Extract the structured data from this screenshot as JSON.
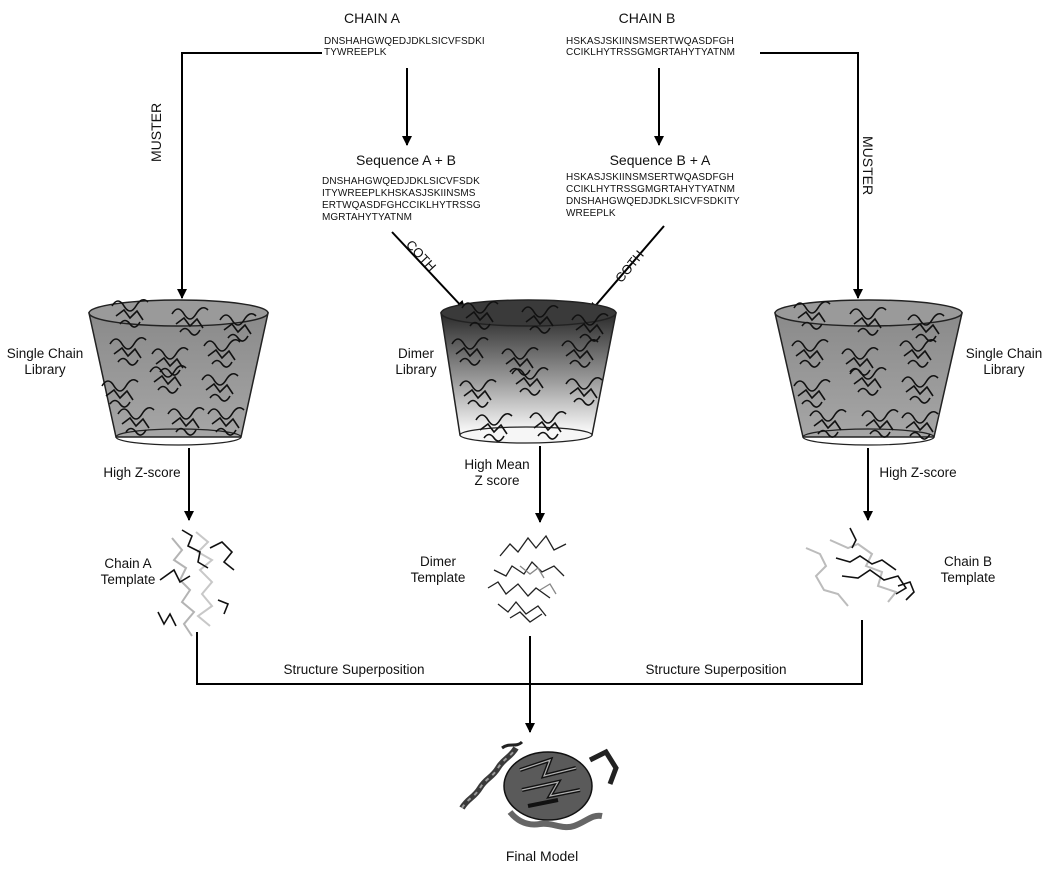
{
  "chains": {
    "a": {
      "title": "CHAIN A",
      "seq_line1": "DNSHAHGWQEDJDKLSICVFSDKI",
      "seq_line2": "TYWREEPLK"
    },
    "b": {
      "title": "CHAIN B",
      "seq_line1": "HSKASJSKIINSMSERTWQASDFGH",
      "seq_line2": "CCIKLHYTRSSGMGRTAHYTYATNM"
    }
  },
  "sequences": {
    "ab": {
      "title": "Sequence  A + B",
      "lines": [
        "DNSHAHGWQEDJDKLSICVFSDK",
        "ITYWREEPLKHSKASJSKIINSMS",
        "ERTWQASDFGHCCIKLHYTRSSG",
        "MGRTAHYTYATNM"
      ]
    },
    "ba": {
      "title": "Sequence  B + A",
      "lines": [
        "HSKASJSKIINSMSERTWQASDFGH",
        "CCIKLHYTRSSGMGRTAHYTYATNM",
        "DNSHAHGWQEDJDKLSICVFSDKITY",
        "WREEPLK"
      ]
    }
  },
  "methods": {
    "muster_left": "MUSTER",
    "muster_right": "MUSTER",
    "coth_left": "COTH",
    "coth_right": "COTH"
  },
  "libraries": {
    "left": "Single Chain\nLibrary",
    "middle": "Dimer\nLibrary",
    "right": "Single Chain\nLibrary"
  },
  "criteria": {
    "left": "High Z-score",
    "middle": "High Mean\nZ score",
    "right": "High Z-score"
  },
  "templates": {
    "left": "Chain A\nTemplate",
    "middle": "Dimer\nTemplate",
    "right": "Chain B\nTemplate"
  },
  "superposition": {
    "left": "Structure Superposition",
    "right": "Structure Superposition"
  },
  "final_model": "Final Model"
}
